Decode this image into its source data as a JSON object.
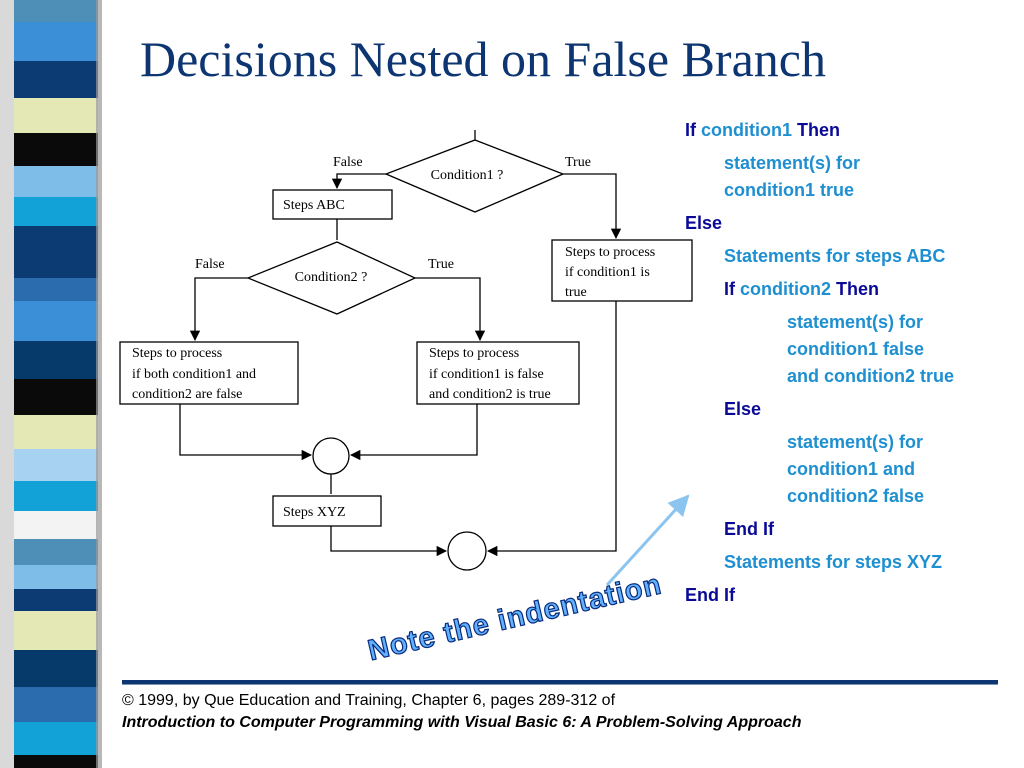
{
  "slide": {
    "title": "Decisions Nested on False Branch",
    "copyright": "© 1999, by Que Education and Training, Chapter 6, pages 289-312 of",
    "book": "Introduction to Computer Programming with Visual Basic 6: A Problem-Solving Approach",
    "note": "Note the indentation"
  },
  "flowchart": {
    "condition1": "Condition1 ?",
    "condition2": "Condition2 ?",
    "c1_false": "False",
    "c1_true": "True",
    "c2_false": "False",
    "c2_true": "True",
    "steps_abc": "Steps ABC",
    "steps_true1": [
      "Steps to process",
      "if condition1 is",
      "true"
    ],
    "steps_both_false": [
      "Steps to process",
      "if both condition1 and",
      "condition2 are false"
    ],
    "steps_c2_true": [
      "Steps to process",
      "if condition1 is false",
      "and condition2 is true"
    ],
    "steps_xyz": "Steps XYZ"
  },
  "code": {
    "l1_if": "If",
    "l1_cond": "condition1",
    "l1_then": "Then",
    "l2a": "statement(s) for",
    "l2b": "condition1 true",
    "l3": "Else",
    "l4": "Statements for steps ABC",
    "l5_if": "If",
    "l5_cond": "condition2",
    "l5_then": "Then",
    "l6a": "statement(s) for",
    "l6b": "condition1 false",
    "l6c": "and condition2 true",
    "l7": "Else",
    "l8a": "statement(s) for",
    "l8b": "condition1 and",
    "l8c": "condition2 false",
    "l9": "End If",
    "l10": "Statements for steps XYZ",
    "l11": "End If"
  },
  "colors": {
    "title": "#0c3572",
    "keyword": "#0a0a96",
    "statement": "#1e8fd0",
    "note_fill": "#5fb2ff",
    "arrow": "#8cc4f0"
  }
}
